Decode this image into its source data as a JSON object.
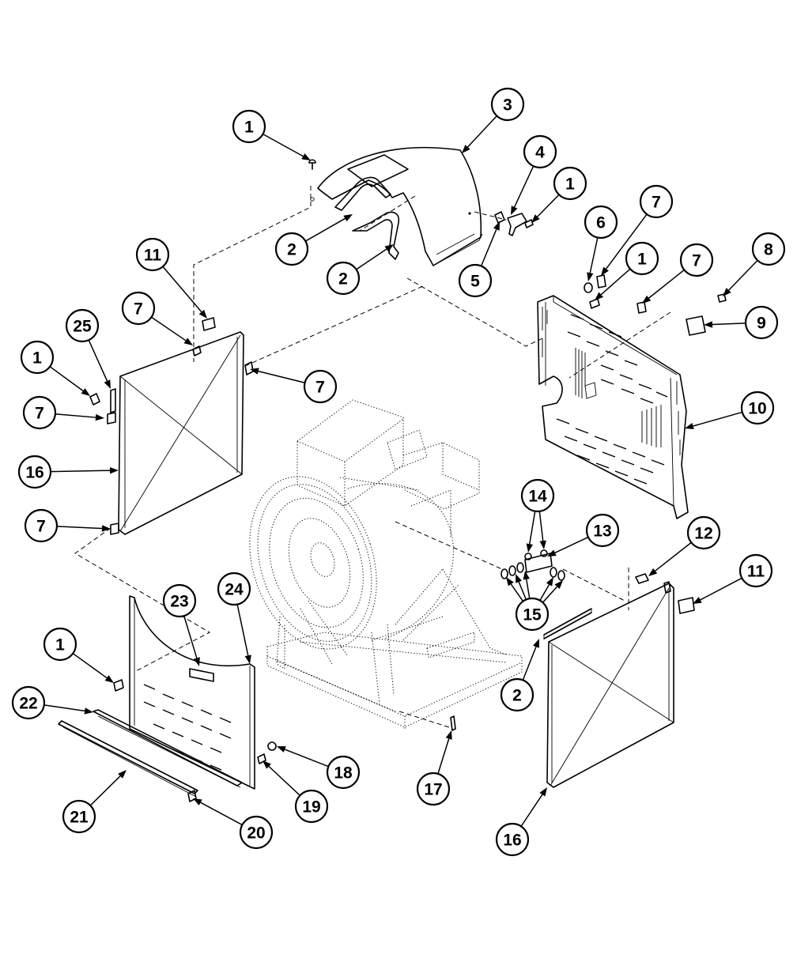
{
  "callouts": [
    {
      "label": "1"
    },
    {
      "label": "3"
    },
    {
      "label": "4"
    },
    {
      "label": "1"
    },
    {
      "label": "2"
    },
    {
      "label": "2"
    },
    {
      "label": "5"
    },
    {
      "label": "6"
    },
    {
      "label": "7"
    },
    {
      "label": "1"
    },
    {
      "label": "7"
    },
    {
      "label": "8"
    },
    {
      "label": "9"
    },
    {
      "label": "10"
    },
    {
      "label": "11"
    },
    {
      "label": "7"
    },
    {
      "label": "25"
    },
    {
      "label": "1"
    },
    {
      "label": "7"
    },
    {
      "label": "7"
    },
    {
      "label": "16"
    },
    {
      "label": "7"
    },
    {
      "label": "14"
    },
    {
      "label": "13"
    },
    {
      "label": "12"
    },
    {
      "label": "11"
    },
    {
      "label": "15"
    },
    {
      "label": "23"
    },
    {
      "label": "24"
    },
    {
      "label": "1"
    },
    {
      "label": "22"
    },
    {
      "label": "2"
    },
    {
      "label": "18"
    },
    {
      "label": "17"
    },
    {
      "label": "19"
    },
    {
      "label": "21"
    },
    {
      "label": "20"
    },
    {
      "label": "16"
    }
  ]
}
